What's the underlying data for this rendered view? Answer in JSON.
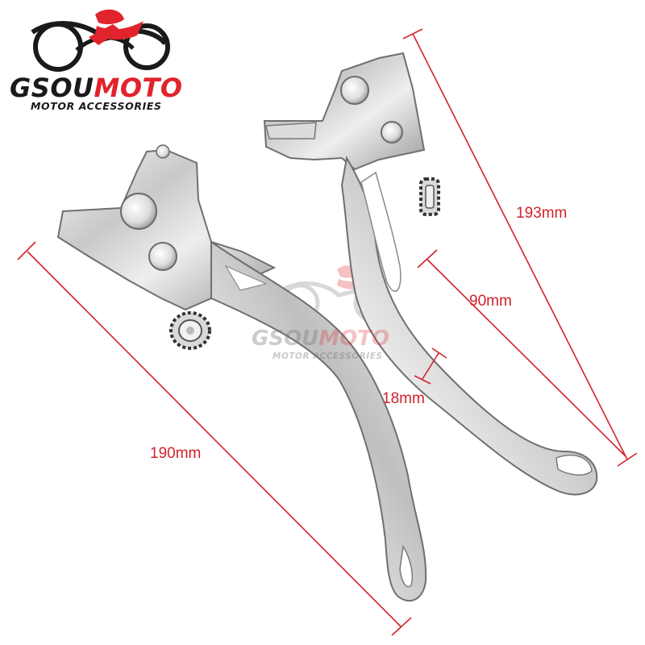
{
  "brand": {
    "name_part1": "GSOU",
    "name_part2": "MOTO",
    "tagline": "MOTOR ACCESSORIES",
    "accent_color": "#e0242b"
  },
  "watermark": {
    "name_part1": "GSOU",
    "name_part2": "MOTO",
    "tagline": "MOTOR ACCESSORIES"
  },
  "dimensions": {
    "left_lever_length": "190mm",
    "right_lever_length": "193mm",
    "lever_reach": "90mm",
    "blade_width": "18mm",
    "line_color": "#d2222a"
  },
  "product": {
    "finish": "silver",
    "icons": [
      "motorcycle-rider-logo",
      "adjuster-knob"
    ]
  }
}
